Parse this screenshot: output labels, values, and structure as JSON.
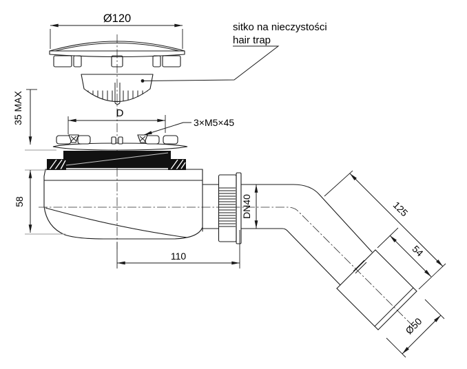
{
  "drawing": {
    "background": "#ffffff",
    "line_color": "#1a1a1a",
    "labels": {
      "part_name_pl": "sitko na nieczystości",
      "part_name_en": "hair trap",
      "screw_spec": "3×M5×45"
    },
    "dimensions": {
      "cap_diameter": "Ø120",
      "flange_diameter": "D",
      "max_height": "35 MAX",
      "body_height": "58",
      "outlet_length": "110",
      "outlet_nominal_diameter": "DN40",
      "pipe_length": "125",
      "socket_length": "54",
      "socket_diameter": "Ø50"
    }
  }
}
